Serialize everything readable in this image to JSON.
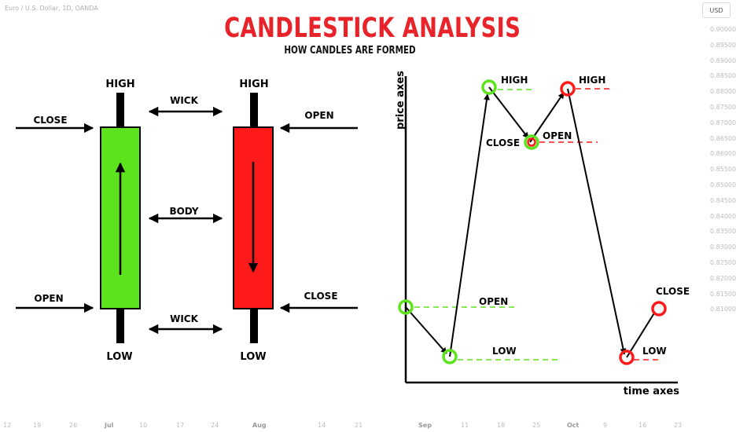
{
  "chart_header": {
    "symbol": "Euro / U.S. Dollar, 1D, OANDA",
    "currency_button": "USD"
  },
  "infographic": {
    "title": "CANDLESTICK ANALYSIS",
    "subtitle": "HOW CANDLES ARE FORMED",
    "labels": {
      "high": "HIGH",
      "low": "LOW",
      "open": "OPEN",
      "close": "CLOSE",
      "wick": "WICK",
      "body": "BODY"
    },
    "price_axis_label": "price axes",
    "time_axis_label": "time axes",
    "colors": {
      "bullish": "#5de31e",
      "bearish": "#ff1a1a",
      "title": "#e8232a"
    }
  },
  "price_scale": [
    "0.90000",
    "0.89500",
    "0.89000",
    "0.88500",
    "0.88000",
    "0.87500",
    "0.87000",
    "0.86500",
    "0.86000",
    "0.85500",
    "0.85000",
    "0.84500",
    "0.84000",
    "0.83500",
    "0.83000",
    "0.82500",
    "0.82000",
    "0.81500",
    "0.81000"
  ],
  "time_scale": [
    {
      "label": "12"
    },
    {
      "label": "19"
    },
    {
      "label": "26"
    },
    {
      "label": "Jul",
      "bold": true
    },
    {
      "label": "10"
    },
    {
      "label": "17"
    },
    {
      "label": "24"
    },
    {
      "label": "Aug",
      "bold": true
    },
    {
      "label": "14"
    },
    {
      "label": "21"
    },
    {
      "label": "Sep",
      "bold": true
    },
    {
      "label": "11"
    },
    {
      "label": "18"
    },
    {
      "label": "25"
    },
    {
      "label": "Oct",
      "bold": true
    },
    {
      "label": "9"
    },
    {
      "label": "16"
    },
    {
      "label": "23"
    }
  ]
}
